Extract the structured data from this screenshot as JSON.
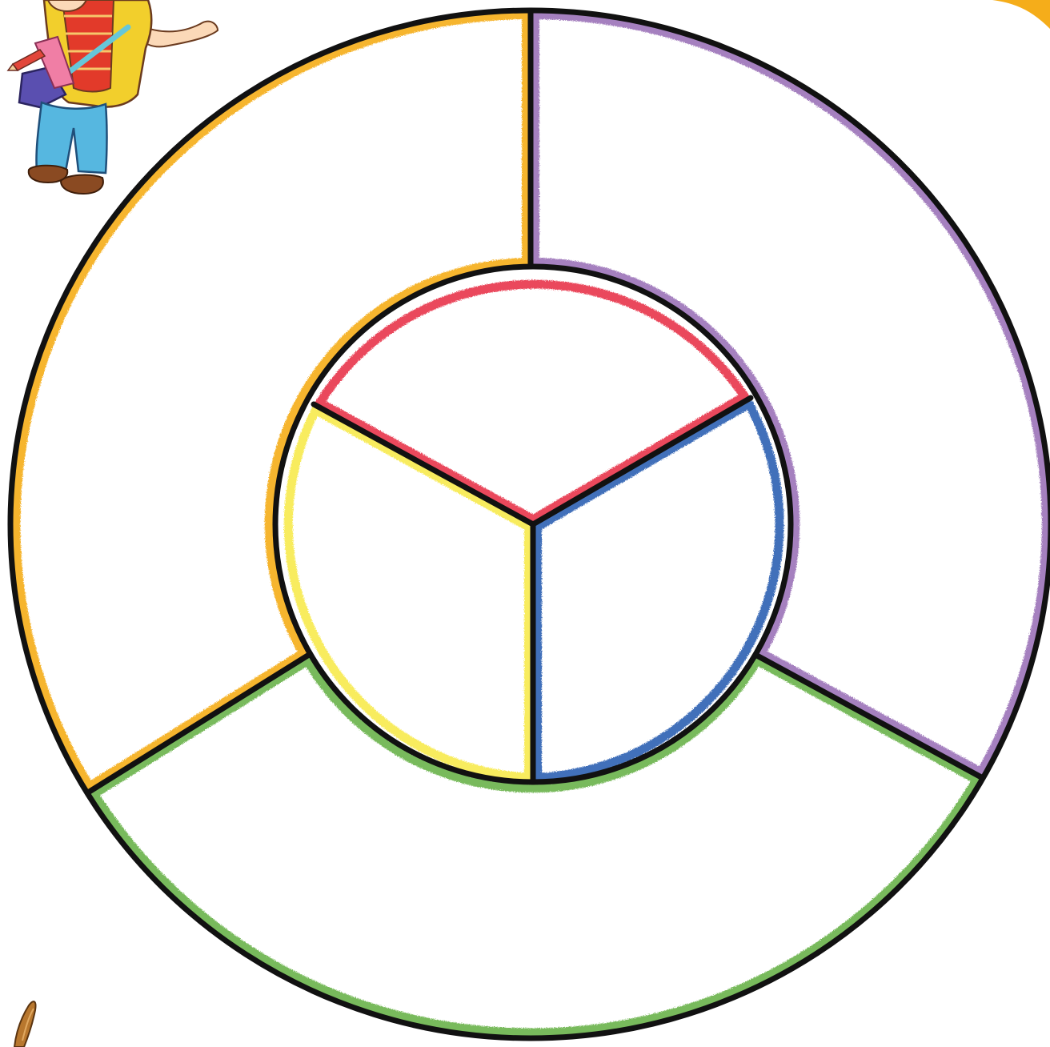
{
  "colors": {
    "background": "#ffffff",
    "outline": "#111111",
    "red": "#e8334a",
    "yellow": "#f7ea4e",
    "blue": "#2f5fb3",
    "orange": "#f5ad1a",
    "purple": "#9b72b8",
    "green": "#6ab34a",
    "corner_tab": "#f5ad1a"
  },
  "color_wheel": {
    "inner_segments": [
      {
        "name": "primary-red",
        "color_key": "red"
      },
      {
        "name": "primary-blue",
        "color_key": "blue"
      },
      {
        "name": "primary-yellow",
        "color_key": "yellow"
      }
    ],
    "outer_segments": [
      {
        "name": "secondary-purple",
        "color_key": "purple"
      },
      {
        "name": "secondary-green",
        "color_key": "green"
      },
      {
        "name": "secondary-orange",
        "color_key": "orange"
      }
    ]
  },
  "decorations": {
    "mascot": "cartoon-boy-with-bag",
    "corner_tab": "orange-corner-tab",
    "paintbrush": "paintbrush-tip"
  }
}
